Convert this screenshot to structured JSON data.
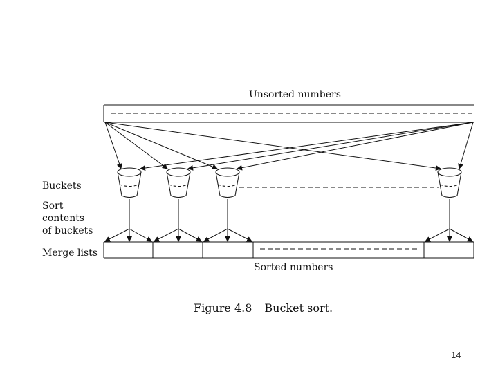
{
  "diagram": {
    "top_label": "Unsorted numbers",
    "bottom_label": "Sorted numbers",
    "side_labels": {
      "buckets": "Buckets",
      "sort_line1": "Sort",
      "sort_line2": "contents",
      "sort_line3": "of buckets",
      "merge": "Merge lists"
    },
    "bucket_count_drawn": 4,
    "line_color": "#111111"
  },
  "caption": {
    "figure": "Figure 4.8",
    "title": "Bucket sort."
  },
  "slide": {
    "number": "14"
  }
}
